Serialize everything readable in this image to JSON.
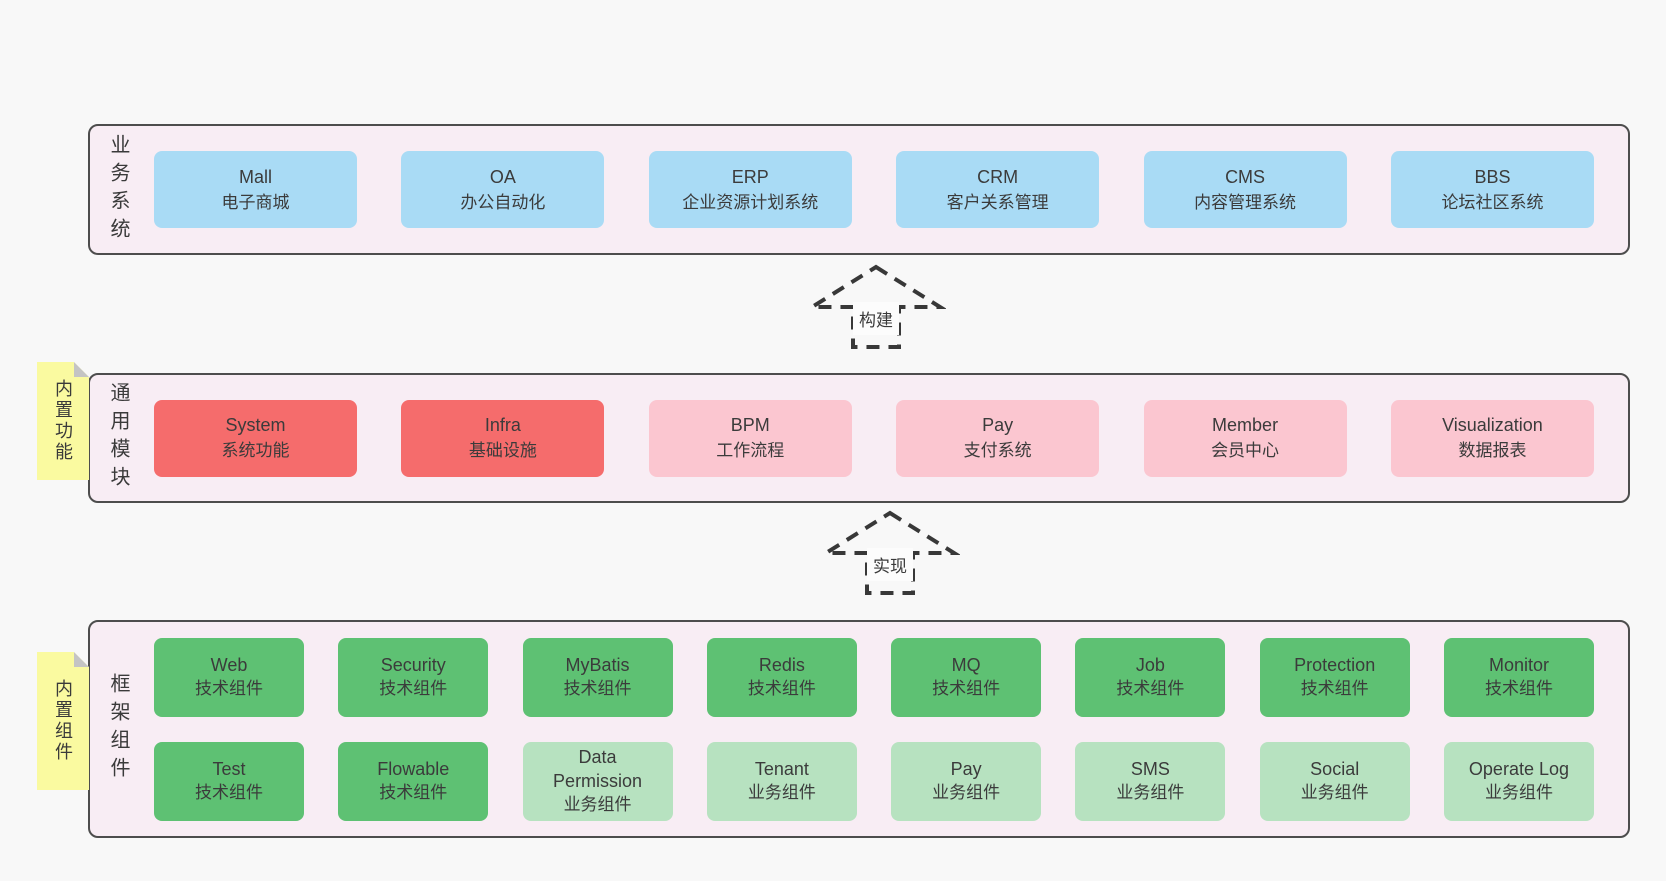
{
  "colors": {
    "page_background": "#f8f8f8",
    "panel_background": "#f8edf4",
    "panel_border": "#4d4d4d",
    "box_blue": "#a9dbf5",
    "box_red": "#f56c6c",
    "box_pink": "#fbc6d0",
    "box_green": "#5ec173",
    "box_lightgreen": "#b7e2c0",
    "note_yellow": "#fafaa0",
    "note_fold": "#c4c4c4",
    "text": "#3b3b3b"
  },
  "arrows": [
    {
      "label": "构建"
    },
    {
      "label": "实现"
    }
  ],
  "sections": [
    {
      "label": "业务系统",
      "boxes": [
        {
          "name": "Mall",
          "desc": "电子商城",
          "variant": "blue"
        },
        {
          "name": "OA",
          "desc": "办公自动化",
          "variant": "blue"
        },
        {
          "name": "ERP",
          "desc": "企业资源计划系统",
          "variant": "blue"
        },
        {
          "name": "CRM",
          "desc": "客户关系管理",
          "variant": "blue"
        },
        {
          "name": "CMS",
          "desc": "内容管理系统",
          "variant": "blue"
        },
        {
          "name": "BBS",
          "desc": "论坛社区系统",
          "variant": "blue"
        }
      ]
    },
    {
      "label": "通用模块",
      "note": "内置功能",
      "boxes": [
        {
          "name": "System",
          "desc": "系统功能",
          "variant": "red"
        },
        {
          "name": "Infra",
          "desc": "基础设施",
          "variant": "red"
        },
        {
          "name": "BPM",
          "desc": "工作流程",
          "variant": "pink"
        },
        {
          "name": "Pay",
          "desc": "支付系统",
          "variant": "pink"
        },
        {
          "name": "Member",
          "desc": "会员中心",
          "variant": "pink"
        },
        {
          "name": "Visualization",
          "desc": "数据报表",
          "variant": "pink"
        }
      ]
    },
    {
      "label": "框架组件",
      "note": "内置组件",
      "rows": [
        [
          {
            "name": "Web",
            "desc": "技术组件",
            "variant": "green"
          },
          {
            "name": "Security",
            "desc": "技术组件",
            "variant": "green"
          },
          {
            "name": "MyBatis",
            "desc": "技术组件",
            "variant": "green"
          },
          {
            "name": "Redis",
            "desc": "技术组件",
            "variant": "green"
          },
          {
            "name": "MQ",
            "desc": "技术组件",
            "variant": "green"
          },
          {
            "name": "Job",
            "desc": "技术组件",
            "variant": "green"
          },
          {
            "name": "Protection",
            "desc": "技术组件",
            "variant": "green"
          },
          {
            "name": "Monitor",
            "desc": "技术组件",
            "variant": "green"
          }
        ],
        [
          {
            "name": "Test",
            "desc": "技术组件",
            "variant": "green"
          },
          {
            "name": "Flowable",
            "desc": "技术组件",
            "variant": "green"
          },
          {
            "name": "Data Permission",
            "desc": "业务组件",
            "variant": "lightgreen"
          },
          {
            "name": "Tenant",
            "desc": "业务组件",
            "variant": "lightgreen"
          },
          {
            "name": "Pay",
            "desc": "业务组件",
            "variant": "lightgreen"
          },
          {
            "name": "SMS",
            "desc": "业务组件",
            "variant": "lightgreen"
          },
          {
            "name": "Social",
            "desc": "业务组件",
            "variant": "lightgreen"
          },
          {
            "name": "Operate Log",
            "desc": "业务组件",
            "variant": "lightgreen"
          }
        ]
      ]
    }
  ]
}
